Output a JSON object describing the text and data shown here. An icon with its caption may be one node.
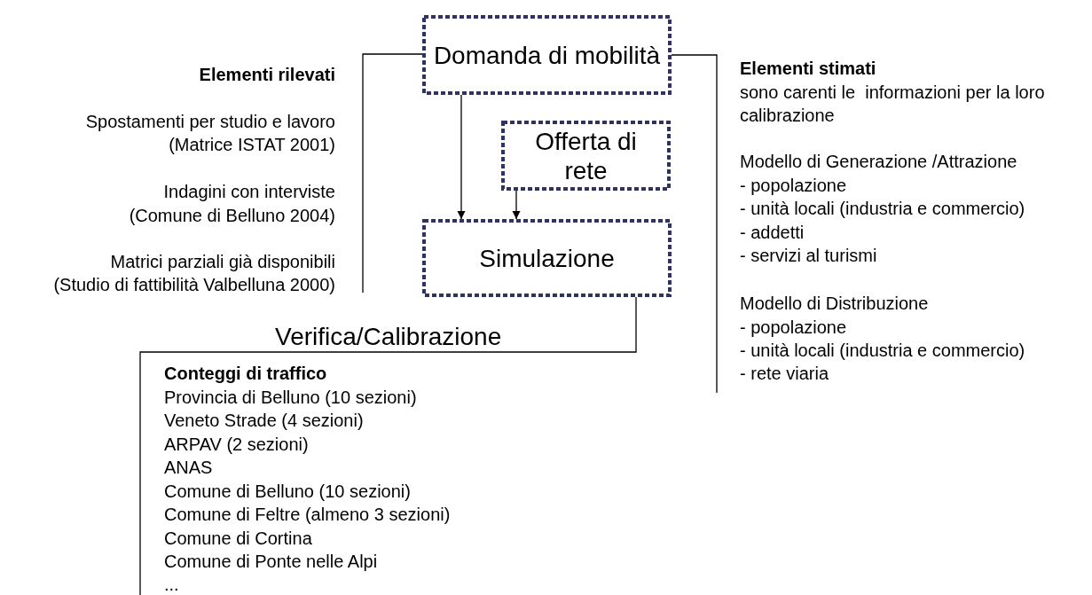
{
  "diagram": {
    "nodes": [
      {
        "text": [
          "Domanda di mobilità"
        ]
      },
      {
        "text": [
          "Offerta di rete"
        ]
      },
      {
        "text": [
          "Simulazione"
        ]
      },
      {
        "text": [
          "Elementi rilevati",
          "Spostamenti per studio e lavoro",
          "(Matrice ISTAT 2001)",
          "Indagini con interviste",
          "(Comune di Belluno 2004)",
          "Matrici parziali già disponibili",
          "(Studio di fattibilità Valbelluna 2000)"
        ]
      },
      {
        "text": [
          "Elementi stimati",
          "sono carenti le  informazioni per la loro calibrazione",
          "Modello di Generazione /Attrazione",
          "- popolazione",
          "- unità locali (industria e commercio)",
          "- addetti",
          "- servizi al turismi",
          "Modello di Distribuzione",
          "- popolazione",
          "- unità locali (industria e commercio)",
          "- rete viaria"
        ]
      },
      {
        "text": [
          "Verifica/Calibrazione",
          "Conteggi di traffico",
          "Provincia di Belluno (10 sezioni)",
          "Veneto Strade (4 sezioni)",
          "ARPAV (2 sezioni)",
          "ANAS",
          "Comune di Belluno (10 sezioni)",
          "Comune di Feltre (almeno 3 sezioni)",
          "Comune di Cortina",
          "Comune di Ponte nelle Alpi",
          "..."
        ]
      }
    ],
    "edges": [
      {
        "from": 0,
        "to": 2,
        "arrow": "to"
      },
      {
        "from": 1,
        "to": 2,
        "arrow": "to"
      },
      {
        "from": 0,
        "to": 3,
        "arrow": "none"
      },
      {
        "from": 0,
        "to": 4,
        "arrow": "none"
      },
      {
        "from": 2,
        "to": 5,
        "arrow": "none"
      }
    ]
  }
}
